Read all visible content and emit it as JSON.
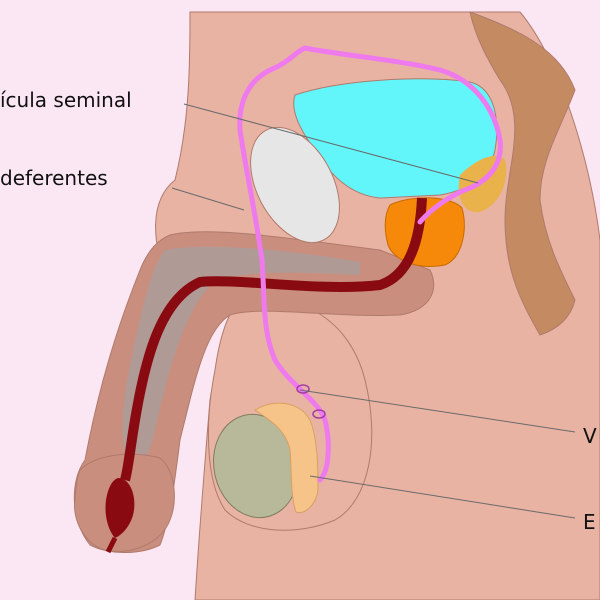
{
  "colors": {
    "background": "#fbe6f3",
    "skin": "#e8b3a3",
    "skin_dark": "#c98e7e",
    "skin_outline": "#b07a6c",
    "rectum": "#c48a62",
    "bladder": "#62f6fb",
    "seminal_vesicle": "#e6e6e6",
    "prostate": "#f7890a",
    "urethra": "#8a0a12",
    "vas_deferens": "#ee7aee",
    "testis": "#b7b99a",
    "epididymis": "#f6c488",
    "gland_yellow": "#e9b24a",
    "penis_shaft": "#b09a96"
  },
  "labels": {
    "seminal_vesicle": "ícula seminal",
    "vas_deferens": "deferentes",
    "vasectomy": "V",
    "epididymis": "E"
  }
}
